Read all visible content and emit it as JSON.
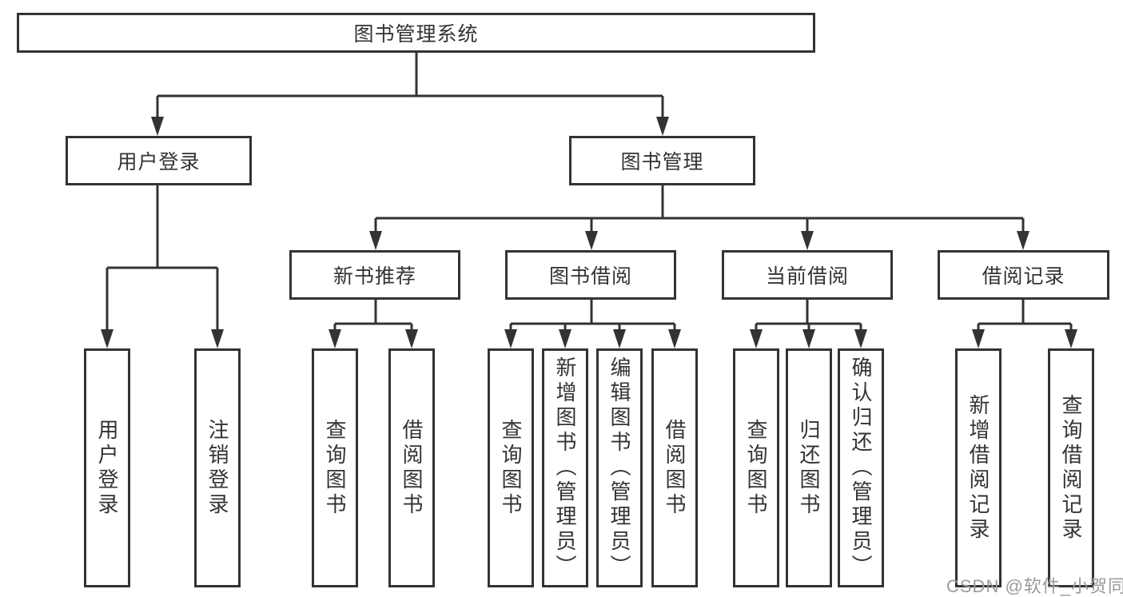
{
  "diagram": {
    "title": "图书管理系统",
    "root": {
      "label": "图书管理系统"
    },
    "level2": {
      "user_login": {
        "label": "用户登录"
      },
      "book_mgmt": {
        "label": "图书管理"
      }
    },
    "level3": {
      "new_book_rec": {
        "label": "新书推荐"
      },
      "book_borrow": {
        "label": "图书借阅"
      },
      "current_borrow": {
        "label": "当前借阅"
      },
      "borrow_record": {
        "label": "借阅记录"
      }
    },
    "leaves": {
      "user_login": {
        "label": "用户登录"
      },
      "logout": {
        "label": "注销登录"
      },
      "rec_query_books": {
        "label": "查询图书"
      },
      "rec_borrow_books": {
        "label": "借阅图书"
      },
      "bb_query_books": {
        "label": "查询图书"
      },
      "bb_add_books": {
        "label": "新增图书（管理员）"
      },
      "bb_edit_books": {
        "label": "编辑图书（管理员）"
      },
      "bb_borrow_books": {
        "label": "借阅图书"
      },
      "cb_query_books": {
        "label": "查询图书"
      },
      "cb_return_books": {
        "label": "归还图书"
      },
      "cb_confirm_return": {
        "label": "确认归还（管理员）"
      },
      "br_add_record": {
        "label": "新增借阅记录"
      },
      "br_query_record": {
        "label": "查询借阅记录"
      }
    }
  },
  "watermark": {
    "text": "CSDN @软件_小贺同学"
  },
  "colors": {
    "line": "#333333",
    "text": "#333333",
    "background": "#ffffff",
    "watermark_gray": "#9b9b9b"
  }
}
